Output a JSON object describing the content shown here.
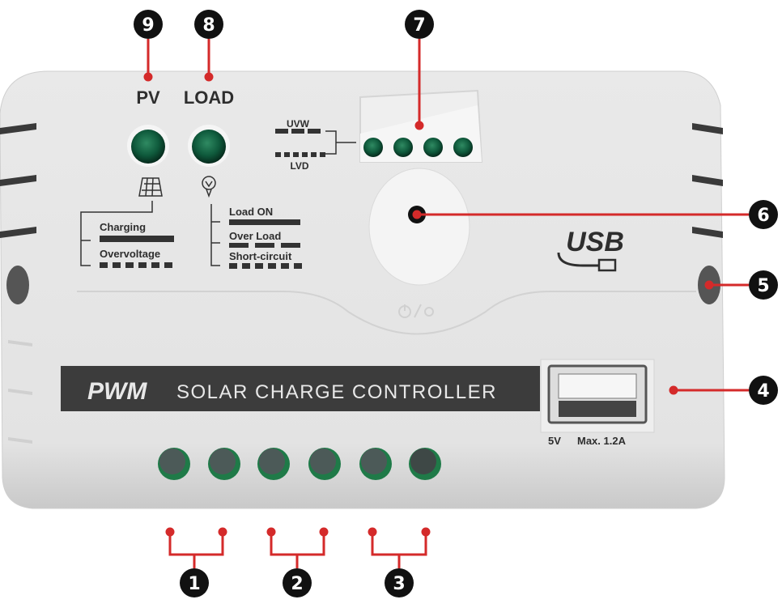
{
  "device": {
    "pv_label": "PV",
    "load_label": "LOAD",
    "uvw_label": "UVW",
    "lvd_label": "LVD",
    "pv_status": [
      "Charging",
      "Overvoltage"
    ],
    "load_status": [
      "Load ON",
      "Over Load",
      "Short-circuit"
    ],
    "usb_logo": "USB",
    "banner_brand": "PWM",
    "banner_text": "SOLAR CHARGE CONTROLLER",
    "usb_voltage": "5V",
    "usb_current": "Max. 1.2A"
  },
  "callouts": [
    "1",
    "2",
    "3",
    "4",
    "5",
    "6",
    "7",
    "8",
    "9"
  ],
  "colors": {
    "callout_line": "#d42a2a",
    "callout_badge": "#111111",
    "led": "#0f5a3c",
    "body": "#e6e6e6",
    "banner": "#3c3c3c"
  }
}
